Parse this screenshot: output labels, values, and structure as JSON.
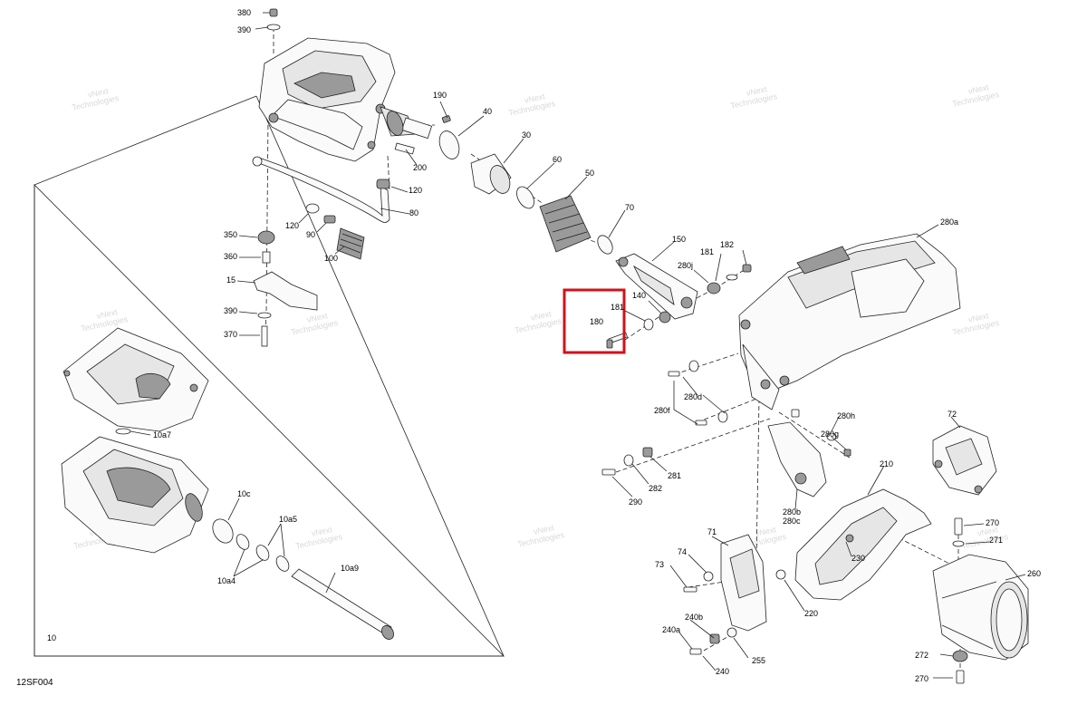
{
  "figure_code": "12SF004",
  "inset_label": "10",
  "watermark": [
    "vNext",
    "Technologies"
  ],
  "highlight_color": "#d0121b",
  "callouts": [
    {
      "id": "p380",
      "text": "380"
    },
    {
      "id": "p390a",
      "text": "390"
    },
    {
      "id": "p190",
      "text": "190"
    },
    {
      "id": "p40",
      "text": "40"
    },
    {
      "id": "p30",
      "text": "30"
    },
    {
      "id": "p60",
      "text": "60"
    },
    {
      "id": "p50",
      "text": "50"
    },
    {
      "id": "p200",
      "text": "200"
    },
    {
      "id": "p120a",
      "text": "120"
    },
    {
      "id": "p80",
      "text": "80"
    },
    {
      "id": "p120b",
      "text": "120"
    },
    {
      "id": "p90",
      "text": "90"
    },
    {
      "id": "p100",
      "text": "100"
    },
    {
      "id": "p350",
      "text": "350"
    },
    {
      "id": "p360",
      "text": "360"
    },
    {
      "id": "p15",
      "text": "15"
    },
    {
      "id": "p390b",
      "text": "390"
    },
    {
      "id": "p370",
      "text": "370"
    },
    {
      "id": "p70",
      "text": "70"
    },
    {
      "id": "p150",
      "text": "150"
    },
    {
      "id": "p181a",
      "text": "181"
    },
    {
      "id": "p182",
      "text": "182"
    },
    {
      "id": "p280j",
      "text": "280j"
    },
    {
      "id": "p140",
      "text": "140"
    },
    {
      "id": "p181b",
      "text": "181"
    },
    {
      "id": "p180",
      "text": "180"
    },
    {
      "id": "p280a",
      "text": "280a"
    },
    {
      "id": "p280d",
      "text": "280d"
    },
    {
      "id": "p280f",
      "text": "280f"
    },
    {
      "id": "p280h",
      "text": "280h"
    },
    {
      "id": "p280g",
      "text": "280g"
    },
    {
      "id": "p72",
      "text": "72"
    },
    {
      "id": "p281",
      "text": "281"
    },
    {
      "id": "p282",
      "text": "282"
    },
    {
      "id": "p290",
      "text": "290"
    },
    {
      "id": "p210",
      "text": "210"
    },
    {
      "id": "p280b",
      "text": "280b"
    },
    {
      "id": "p280c",
      "text": "280c"
    },
    {
      "id": "p270a",
      "text": "270"
    },
    {
      "id": "p271",
      "text": "271"
    },
    {
      "id": "p71",
      "text": "71"
    },
    {
      "id": "p74",
      "text": "74"
    },
    {
      "id": "p230",
      "text": "230"
    },
    {
      "id": "p260",
      "text": "260"
    },
    {
      "id": "p73",
      "text": "73"
    },
    {
      "id": "p220",
      "text": "220"
    },
    {
      "id": "p240b",
      "text": "240b"
    },
    {
      "id": "p240a",
      "text": "240a"
    },
    {
      "id": "p255",
      "text": "255"
    },
    {
      "id": "p240",
      "text": "240"
    },
    {
      "id": "p272",
      "text": "272"
    },
    {
      "id": "p270b",
      "text": "270"
    },
    {
      "id": "p10a7",
      "text": "10a7"
    },
    {
      "id": "p10c",
      "text": "10c"
    },
    {
      "id": "p10a5",
      "text": "10a5"
    },
    {
      "id": "p10a4",
      "text": "10a4"
    },
    {
      "id": "p10a9",
      "text": "10a9"
    }
  ]
}
